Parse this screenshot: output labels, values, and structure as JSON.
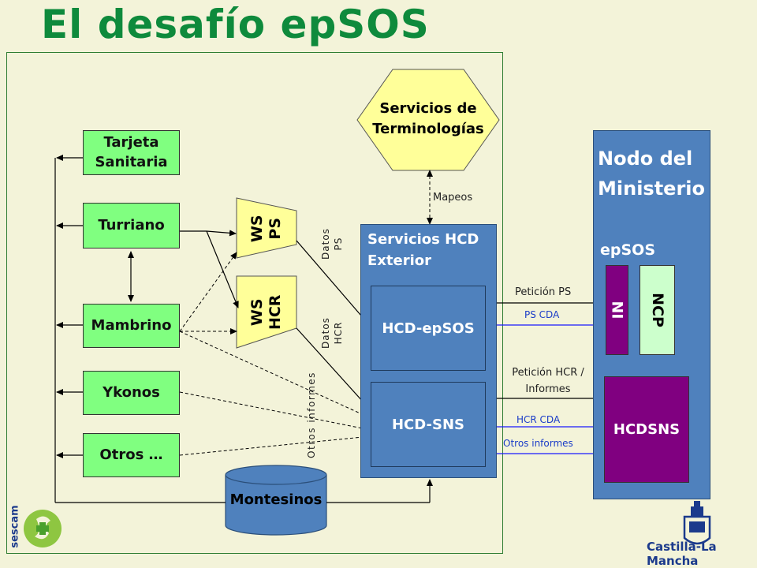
{
  "title": "El desafío epSOS",
  "boxes": {
    "tarjeta": "Tarjeta Sanitaria",
    "turriano": "Turriano",
    "mambrino": "Mambrino",
    "ykonos": "Ykonos",
    "otros": "Otros …",
    "montesinos": "Montesinos",
    "ws_ps": "WS PS",
    "ws_hcr": "WS HCR",
    "terminologias": "Servicios de Terminologías",
    "hcd_exterior": "Servicios HCD Exterior",
    "hcd_epsos": "HCD-epSOS",
    "hcd_sns": "HCD-SNS",
    "nodo": "Nodo del Ministerio",
    "epsos": "epSOS",
    "ni": "NI",
    "ncp": "NCP",
    "hcdsns": "HCDSNS"
  },
  "labels": {
    "mapeos": "Mapeos",
    "datos_ps": "Datos PS",
    "datos_hcr": "Datos HCR",
    "otros_informes_vertical": "Otros informes",
    "peticion_ps": "Petición PS",
    "ps_cda": "PS CDA",
    "peticion_hcr": "Petición HCR / Informes",
    "hcr_cda": "HCR CDA",
    "otros_informes": "Otros informes"
  },
  "logos": {
    "sescam": "sescam",
    "castilla": "Castilla-La Mancha"
  },
  "colors": {
    "title": "#0e8a3c",
    "green_box": "#80ff80",
    "blue_box": "#4f81bd",
    "yellow_shape": "#ffff99",
    "purple_box": "#800080",
    "ncp_box": "#ccffcc",
    "blue_arrow": "#1a1aff"
  }
}
